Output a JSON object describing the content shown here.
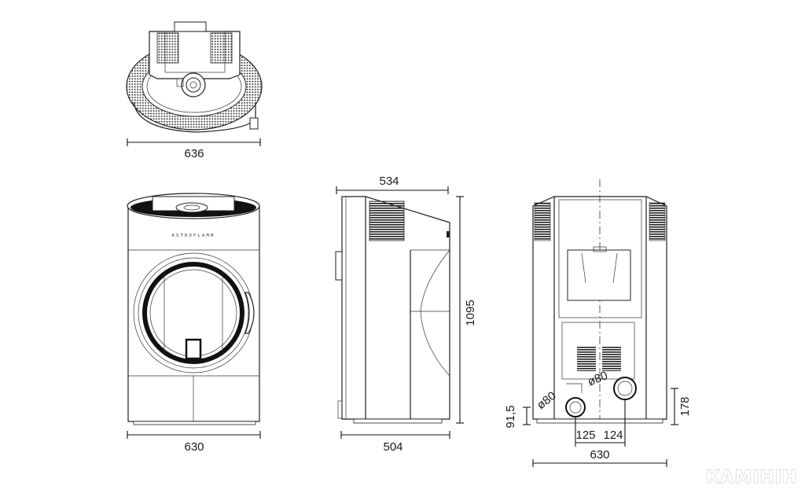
{
  "dimensions": {
    "top_width": "636",
    "front_width": "630",
    "side_depth_top": "534",
    "side_depth_bottom": "504",
    "height": "1095",
    "back_width": "630",
    "flue_left_offset": "125",
    "flue_right_offset": "124",
    "flue_left_height": "91,5",
    "flue_right_height": "178",
    "flue_left_diameter": "ø80",
    "flue_right_diameter": "ø80"
  },
  "brand_label": "ASTROFLAMM",
  "watermark": "КАМІНІН"
}
